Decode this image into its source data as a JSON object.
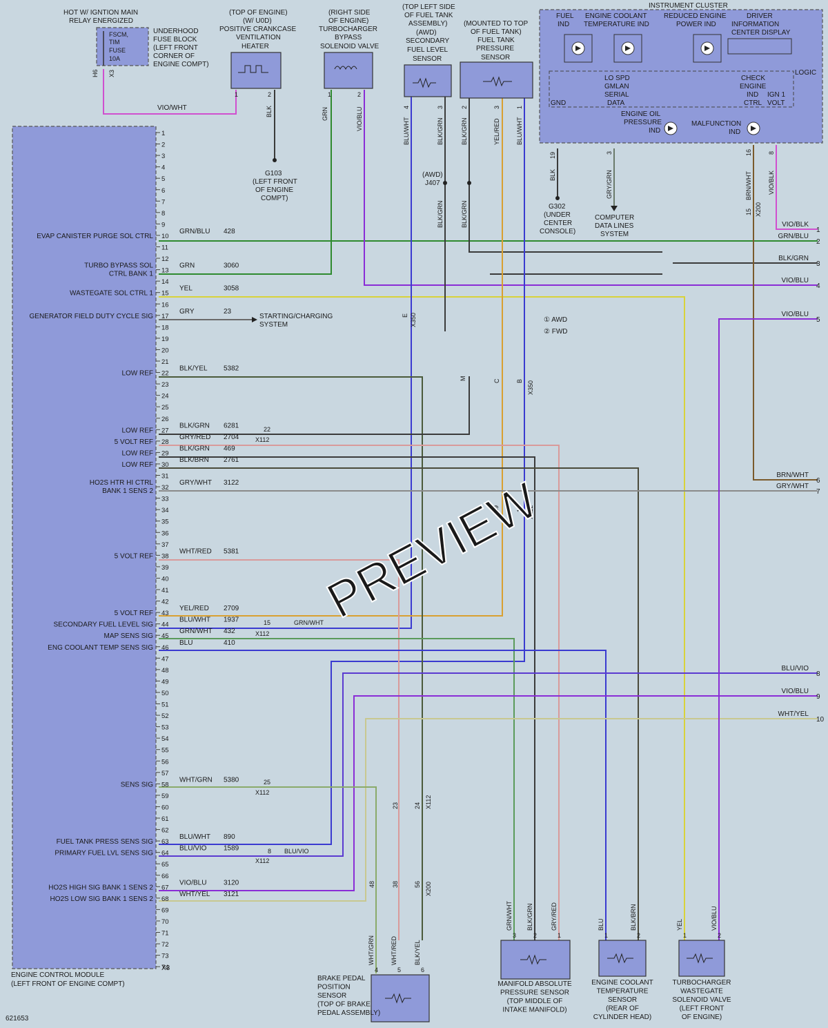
{
  "figure_id": "621653",
  "watermark": "PREVIEW",
  "ecm": {
    "name": [
      "ENGINE CONTROL MODULE",
      "(LEFT FRONT OF ENGINE COMPT)"
    ],
    "connector": "X3",
    "pin_labels": [
      {
        "pin": 10,
        "label": "EVAP CANISTER PURGE SOL CTRL",
        "wire": "GRN/BLU",
        "circuit": "428"
      },
      {
        "pin": 13,
        "label": "TURBO BYPASS SOL",
        "label2": "CTRL BANK 1",
        "wire": "GRN",
        "circuit": "3060"
      },
      {
        "pin": 15,
        "label": "WASTEGATE SOL CTRL 1",
        "wire": "YEL",
        "circuit": "3058"
      },
      {
        "pin": 17,
        "label": "GENERATOR FIELD DUTY CYCLE SIG",
        "wire": "GRY",
        "circuit": "23"
      },
      {
        "pin": 22,
        "label": "LOW REF",
        "wire": "BLK/YEL",
        "circuit": "5382"
      },
      {
        "pin": 27,
        "label": "LOW REF",
        "wire": "BLK/GRN",
        "circuit": "6281"
      },
      {
        "pin": 28,
        "label": "5 VOLT REF",
        "wire": "GRY/RED",
        "circuit": "2704"
      },
      {
        "pin": 29,
        "label": "LOW REF",
        "wire": "BLK/GRN",
        "circuit": "469"
      },
      {
        "pin": 30,
        "label": "LOW REF",
        "wire": "BLK/BRN",
        "circuit": "2761"
      },
      {
        "pin": 32,
        "label": "HO2S HTR HI CTRL",
        "label2": "BANK 1 SENS 2",
        "wire": "GRY/WHT",
        "circuit": "3122"
      },
      {
        "pin": 38,
        "label": "5 VOLT REF",
        "wire": "WHT/RED",
        "circuit": "5381"
      },
      {
        "pin": 43,
        "label": "5 VOLT REF",
        "wire": "YEL/RED",
        "circuit": "2709"
      },
      {
        "pin": 44,
        "label": "SECONDARY FUEL LEVEL SIG",
        "wire": "BLU/WHT",
        "circuit": "1937"
      },
      {
        "pin": 45,
        "label": "MAP SENS SIG",
        "wire": "GRN/WHT",
        "circuit": "432"
      },
      {
        "pin": 46,
        "label": "ENG COOLANT TEMP SENS SIG",
        "wire": "BLU",
        "circuit": "410"
      },
      {
        "pin": 58,
        "label": "SENS SIG",
        "wire": "WHT/GRN",
        "circuit": "5380"
      },
      {
        "pin": 63,
        "label": "FUEL TANK PRESS SENS SIG",
        "wire": "BLU/WHT",
        "circuit": "890"
      },
      {
        "pin": 64,
        "label": "PRIMARY FUEL LVL SENS SIG",
        "wire": "BLU/VIO",
        "circuit": "1589"
      },
      {
        "pin": 67,
        "label": "HO2S HIGH SIG BANK 1 SENS 2",
        "wire": "VIO/BLU",
        "circuit": "3120"
      },
      {
        "pin": 68,
        "label": "HO2S LOW SIG BANK 1 SENS 2",
        "wire": "WHT/YEL",
        "circuit": "3121"
      }
    ]
  },
  "fuse_block": {
    "title": [
      "HOT W/ IGNTION MAIN",
      "RELAY ENERGIZED"
    ],
    "fuse": [
      "FSCM,",
      "TIM",
      "FUSE",
      "10A"
    ],
    "desc": [
      "UNDERHOOD",
      "FUSE BLOCK",
      "(LEFT FRONT",
      "CORNER OF",
      "ENGINE COMPT)"
    ],
    "pins": [
      "H6",
      "X3"
    ]
  },
  "top_components": [
    {
      "title": [
        "(TOP OF ENGINE)",
        "(W/ U0D)",
        "POSITIVE CRANKCASE",
        "VENTILATION",
        "HEATER"
      ],
      "wires": [
        "VIO/WHT",
        "BLK"
      ],
      "pins": [
        "1",
        "2"
      ]
    },
    {
      "title": [
        "(RIGHT SIDE",
        "OF ENGINE)",
        "TURBOCHARGER",
        "BYPASS",
        "SOLENOID VALVE"
      ],
      "wires": [
        "GRN",
        "VIO/BLU"
      ],
      "pins": [
        "1",
        "2"
      ]
    },
    {
      "title": [
        "(TOP LEFT SIDE",
        "OF FUEL TANK",
        "ASSEMBLY)",
        "(AWD)",
        "SECONDARY",
        "FUEL LEVEL",
        "SENSOR"
      ],
      "wires": [
        "BLU/WHT",
        "BLK/GRN"
      ],
      "pins": [
        "4",
        "3"
      ]
    },
    {
      "title": [
        "(MOUNTED TO TOP",
        "OF FUEL TANK)",
        "FUEL TANK",
        "PRESSURE",
        "SENSOR"
      ],
      "wires": [
        "BLK/GRN",
        "YEL/RED",
        "BLU/WHT"
      ],
      "pins": [
        "2",
        "3",
        "1"
      ]
    }
  ],
  "ground_g103": [
    "G103",
    "(LEFT FRONT",
    "OF ENGINE",
    "COMPT)"
  ],
  "ground_g302": [
    "G302",
    "(UNDER",
    "CENTER",
    "CONSOLE)"
  ],
  "splice_j407": [
    "(AWD)",
    "J407"
  ],
  "computer_data": [
    "COMPUTER",
    "DATA LINES",
    "SYSTEM"
  ],
  "cluster": {
    "title": "INSTRUMENT CLUSTER",
    "indicators": [
      [
        "FUEL",
        "IND"
      ],
      [
        "ENGINE COOLANT",
        "TEMPERATURE IND"
      ],
      [
        "REDUCED ENGINE",
        "POWER IND"
      ],
      [
        "DRIVER",
        "INFORMATION",
        "CENTER DISPLAY"
      ]
    ],
    "logic": "LOGIC",
    "gnd": "GND",
    "lo_spd": [
      "LO SPD",
      "GMLAN",
      "SERIAL",
      "DATA"
    ],
    "check_engine": [
      "CHECK",
      "ENGINE",
      "IND",
      "CTRL"
    ],
    "ign": [
      "IGN 1",
      "VOLT"
    ],
    "oil": [
      "ENGINE OIL",
      "PRESSURE",
      "IND"
    ],
    "malfunction": [
      "MALFUNCTION",
      "IND"
    ],
    "pins": [
      "19",
      "3",
      "16",
      "8"
    ],
    "wires": [
      "BLK",
      "GRY/GRN",
      "BRN/WHT",
      "VIO/BLK"
    ]
  },
  "legend": [
    "① AWD",
    "② FWD"
  ],
  "right_edge": [
    {
      "n": "1",
      "label": "VIO/BLK"
    },
    {
      "n": "2",
      "label": "GRN/BLU"
    },
    {
      "n": "3",
      "label": "BLK/GRN"
    },
    {
      "n": "4",
      "label": "VIO/BLU"
    },
    {
      "n": "5",
      "label": "VIO/BLU"
    },
    {
      "n": "6",
      "label": "BRN/WHT"
    },
    {
      "n": "7",
      "label": "GRY/WHT"
    },
    {
      "n": "8",
      "label": "BLU/VIO"
    },
    {
      "n": "9",
      "label": "VIO/BLU"
    },
    {
      "n": "10",
      "label": "WHT/YEL"
    }
  ],
  "starting_charging": [
    "STARTING/CHARGING",
    "SYSTEM"
  ],
  "bottom_components": [
    {
      "title": [
        "BRAKE PEDAL",
        "POSITION",
        "SENSOR",
        "(TOP OF BRAKE",
        "PEDAL ASSEMBLY)"
      ],
      "wires": [
        "WHT/GRN",
        "WHT/RED",
        "BLK/YEL"
      ],
      "pins": [
        "4",
        "5",
        "6"
      ]
    },
    {
      "title": [
        "MANIFOLD ABSOLUTE",
        "PRESSURE SENSOR",
        "(TOP MIDDLE OF",
        "INTAKE MANIFOLD)"
      ],
      "wires": [
        "GRN/WHT",
        "BLK/GRN",
        "GRY/RED"
      ],
      "pins": [
        "3",
        "2",
        "1"
      ]
    },
    {
      "title": [
        "ENGINE COOLANT",
        "TEMPERATURE",
        "SENSOR",
        "(REAR OF",
        "CYLINDER HEAD)"
      ],
      "wires": [
        "BLU",
        "BLK/BRN"
      ],
      "pins": [
        "1",
        "2"
      ]
    },
    {
      "title": [
        "TURBOCHARGER",
        "WASTEGATE",
        "SOLENOID VALVE",
        "(LEFT FRONT",
        "OF ENGINE)"
      ],
      "wires": [
        "YEL",
        "VIO/BLU"
      ],
      "pins": [
        "1",
        "2"
      ]
    }
  ],
  "connectors": {
    "x112": "X112",
    "x200": "X200",
    "x350": "X350",
    "x112_pins": [
      "22",
      "15",
      "8",
      "25",
      "23",
      "24",
      "19",
      "12"
    ],
    "x200_pins": [
      "15",
      "48",
      "38",
      "56"
    ],
    "x350_pins": [
      "E",
      "M",
      "C",
      "B"
    ]
  },
  "colors": {
    "background": "#c9d7e0",
    "module": "#8f9ad9",
    "violet": "#d04fcf",
    "green": "#2e8a2e",
    "yellow": "#d8d23a",
    "blue": "#3a3ad0",
    "purple": "#8a2cd6",
    "black": "#3a3a3a",
    "brown": "#7a5a2c",
    "gray": "#8a8a8a",
    "pink": "#d99a9a",
    "olive": "#a8a858"
  }
}
